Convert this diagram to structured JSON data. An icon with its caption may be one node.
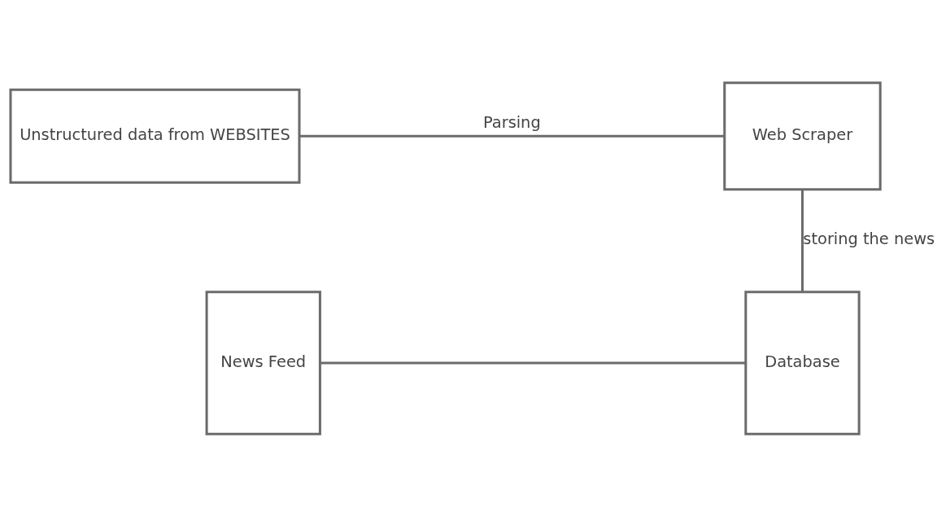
{
  "diagram": {
    "nodes": [
      {
        "text": [
          "Unstructured data from WEBSITES"
        ]
      },
      {
        "text": [
          "Web Scraper"
        ]
      },
      {
        "text": [
          "News Feed"
        ]
      },
      {
        "text": [
          "Database"
        ]
      }
    ],
    "edges": [
      {
        "from": 0,
        "to": 1,
        "arrow": "none",
        "label": "Parsing"
      },
      {
        "from": 1,
        "to": 3,
        "arrow": "none",
        "label": "storing the news"
      },
      {
        "from": 2,
        "to": 3,
        "arrow": "none"
      }
    ]
  }
}
